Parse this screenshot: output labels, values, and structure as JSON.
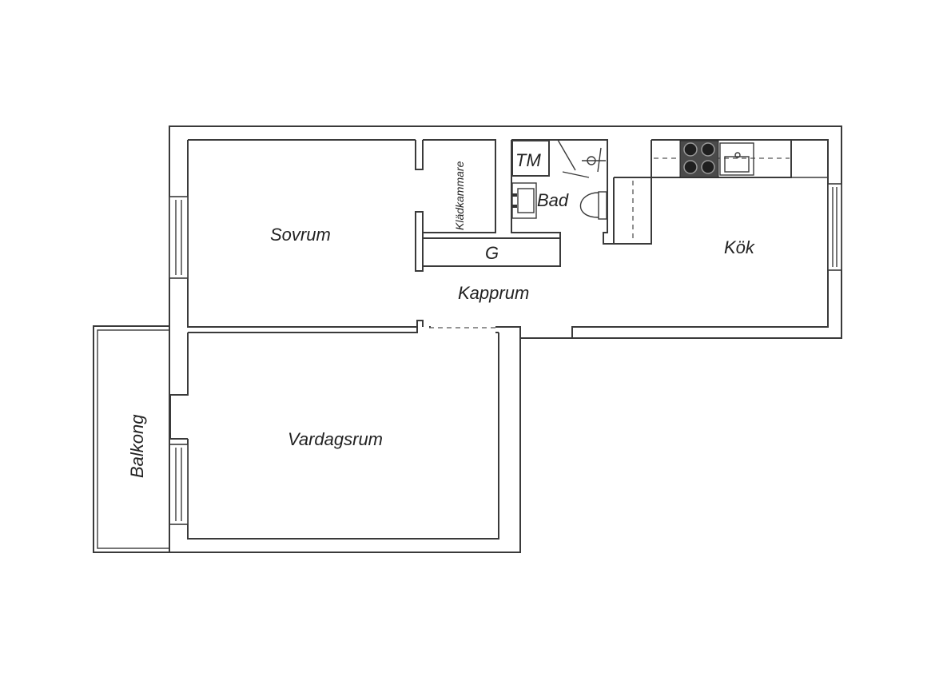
{
  "rooms": {
    "sovrum": "Sovrum",
    "kladkammare": "Klädkammare",
    "tm": "TM",
    "bad": "Bad",
    "g": "G",
    "kapprum": "Kapprum",
    "kok": "Kök",
    "vardagsrum": "Vardagsrum",
    "balkong": "Balkong"
  },
  "colors": {
    "wall": "#3a3a3a",
    "background": "#ffffff",
    "stove": "#4a4a4a"
  },
  "icons": [
    "wc-icon",
    "sink-icon",
    "shower-icon",
    "stove-icon",
    "kitchen-sink-icon"
  ]
}
